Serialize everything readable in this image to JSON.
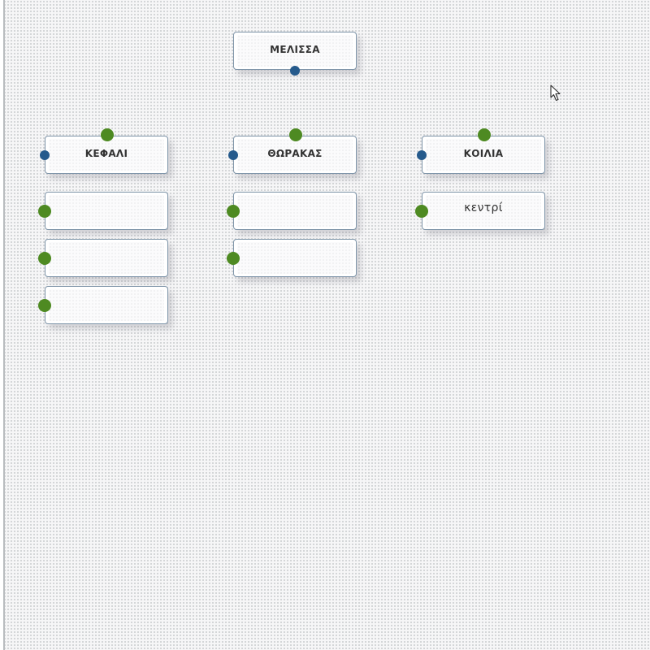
{
  "nodes": {
    "root": {
      "label": "ΜΕΛΙΣΣΑ"
    },
    "head": {
      "label": "ΚΕΦΑΛΙ",
      "slots": [
        "",
        "",
        ""
      ]
    },
    "thorax": {
      "label": "ΘΩΡΑΚΑΣ",
      "slots": [
        "",
        ""
      ]
    },
    "abdomen": {
      "label": "ΚΟΙΛΙΑ",
      "slots": [
        "κεντρί"
      ]
    }
  },
  "colors": {
    "port_blue": "#255a8c",
    "port_green": "#4e8a22",
    "node_border": "#7f95a9"
  },
  "icons": {
    "cursor": "mouse-pointer-icon"
  }
}
